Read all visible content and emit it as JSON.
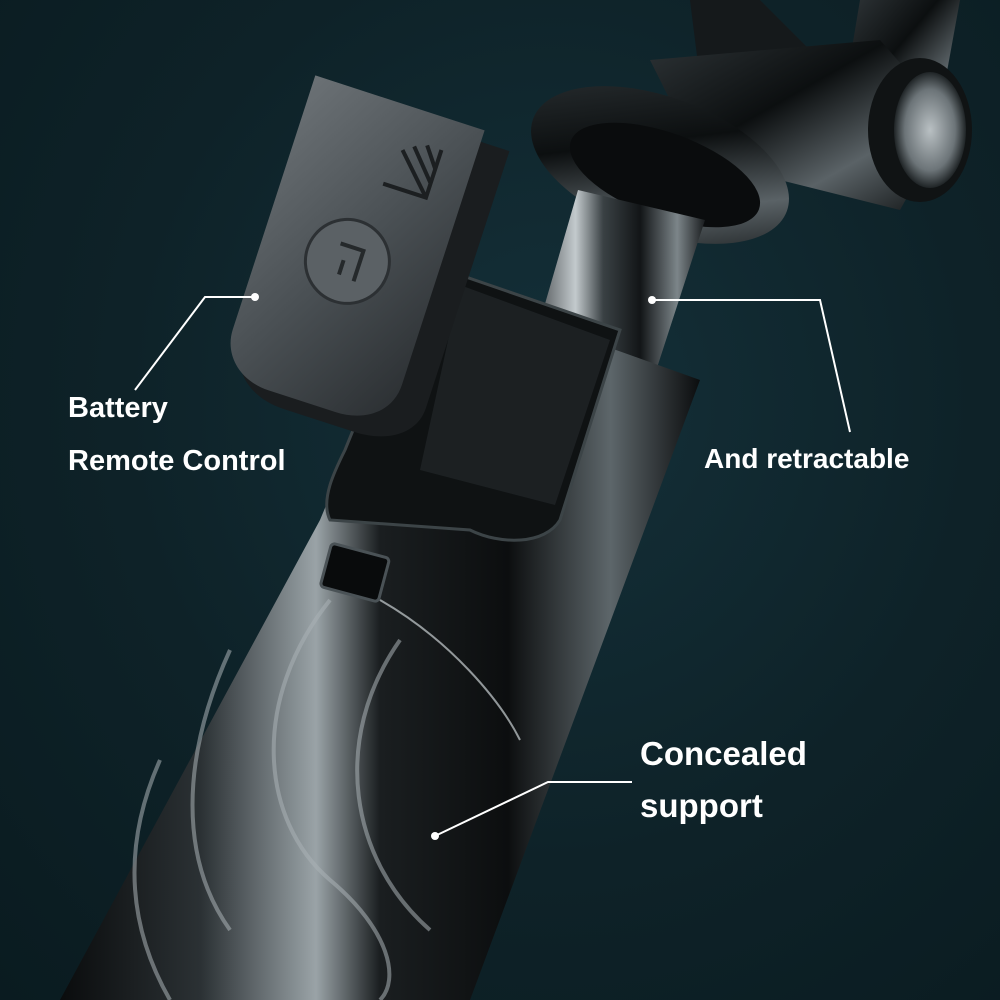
{
  "labels": {
    "battery": "Battery",
    "remote_control": "Remote Control",
    "retractable": "And retractable",
    "concealed": "Concealed",
    "support": "support"
  },
  "colors": {
    "background": "#0d2027",
    "text": "#ffffff",
    "callout_line": "#ffffff",
    "metal_dark": "#111416",
    "metal_light": "#8a9296"
  },
  "icons": {
    "remote_signal": "wifi-signal-icon",
    "remote_shutter": "shutter-button-icon"
  }
}
